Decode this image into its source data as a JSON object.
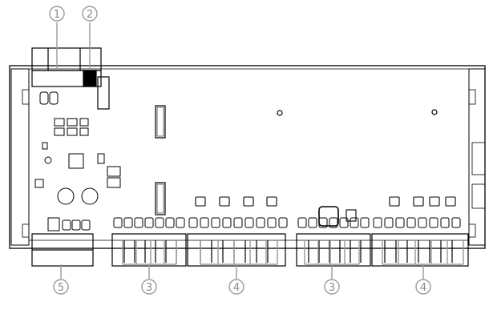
{
  "callouts": [
    {
      "id": "1",
      "label": "1"
    },
    {
      "id": "2",
      "label": "2"
    },
    {
      "id": "3a",
      "label": "3"
    },
    {
      "id": "4a",
      "label": "4"
    },
    {
      "id": "3b",
      "label": "3"
    },
    {
      "id": "4b",
      "label": "4"
    },
    {
      "id": "5",
      "label": "5"
    }
  ],
  "colors": {
    "stroke": "#000000",
    "callout": "#9a9a9a",
    "background": "#ffffff"
  }
}
